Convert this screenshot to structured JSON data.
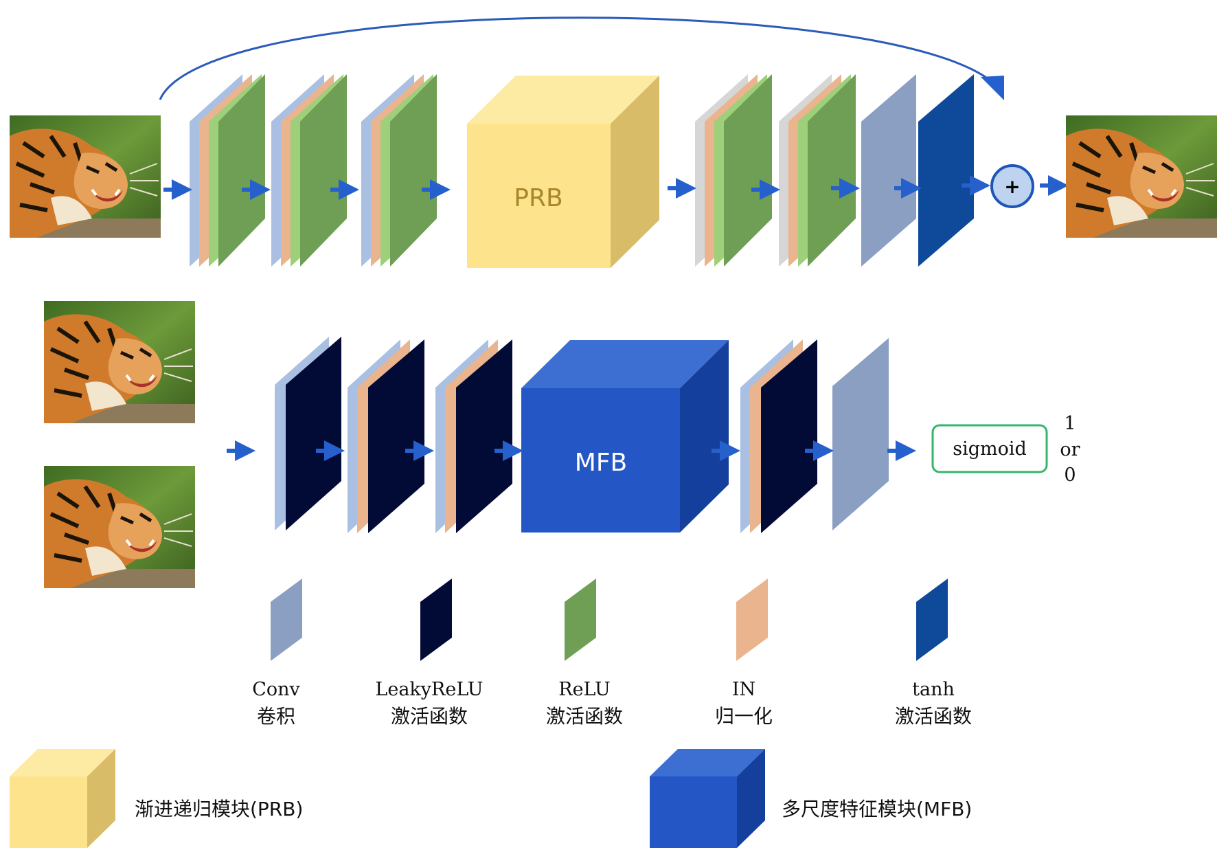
{
  "colors": {
    "conv": "#8b9fc2",
    "conv_light": "#a9c0e3",
    "leaky": "#020a36",
    "relu": "#6f9f55",
    "relu_light": "#9ecf7a",
    "in": "#eab48e",
    "grey": "#d6d6d6",
    "tanh": "#0f4a9a",
    "prb_front": "#fde48c",
    "prb_top": "#fdeaa3",
    "prb_side": "#d8bc68",
    "mfb_front": "#2457c5",
    "mfb_top": "#3d6fd3",
    "mfb_side": "#153f9c",
    "arrow": "#2660cc",
    "skip": "#2b5bb9",
    "sigmoid_border": "#36b56a",
    "plus_fill": "#bdd3f0",
    "plus_stroke": "#1e56b8",
    "tiger_body": "#c8792e",
    "tiger_grass": "#4f7b2c"
  },
  "generator": {
    "prb_label": "PRB",
    "sum_symbol": "+"
  },
  "discriminator": {
    "mfb_label": "MFB",
    "sigmoid_label": "sigmoid",
    "output_line1": "1",
    "output_line2": "or",
    "output_line3": "0"
  },
  "legend": {
    "items": [
      {
        "label_en": "Conv",
        "label_zh": "卷积",
        "color_key": "conv"
      },
      {
        "label_en": "LeakyReLU",
        "label_zh": "激活函数",
        "color_key": "leaky"
      },
      {
        "label_en": "ReLU",
        "label_zh": "激活函数",
        "color_key": "relu"
      },
      {
        "label_en": "IN",
        "label_zh": "归一化",
        "color_key": "in"
      },
      {
        "label_en": "tanh",
        "label_zh": "激活函数",
        "color_key": "tanh"
      }
    ],
    "prb_text": "渐进递归模块(PRB)",
    "mfb_text": "多尺度特征模块(MFB)"
  }
}
